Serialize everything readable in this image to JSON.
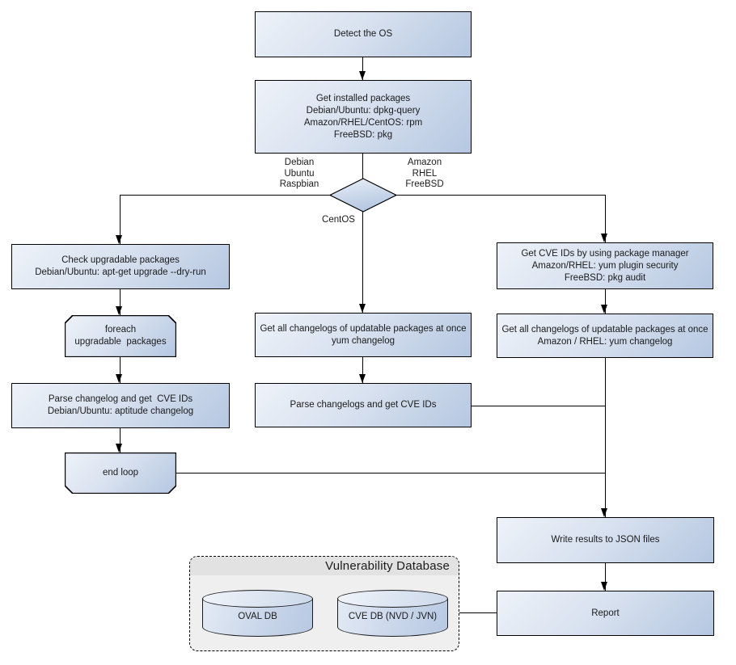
{
  "nodes": {
    "detect_os": {
      "text": [
        "Detect the OS"
      ]
    },
    "get_installed_packages": {
      "text": [
        "Get installed packages",
        "Debian/Ubuntu: dpkg-query",
        "Amazon/RHEL/CentOS: rpm",
        "FreeBSD: pkg"
      ]
    },
    "check_upgradable_packages": {
      "text": [
        "Check upgradable packages",
        "Debian/Ubuntu: apt-get upgrade --dry-run"
      ]
    },
    "foreach_loop_start": {
      "text": [
        "foreach",
        "upgradable  packages"
      ]
    },
    "parse_changelog_deb": {
      "text": [
        "Parse changelog and get  CVE IDs",
        "Debian/Ubuntu: aptitude changelog"
      ]
    },
    "end_loop": {
      "text": [
        "end loop"
      ]
    },
    "get_changelogs_centos": {
      "text": [
        "Get all changelogs of updatable packages at once",
        "yum changelog"
      ]
    },
    "parse_changelogs_centos": {
      "text": [
        "Parse changelogs and get CVE IDs"
      ]
    },
    "get_cve_ids_package_manager": {
      "text": [
        "Get CVE IDs by using package manager",
        "Amazon/RHEL: yum plugin security",
        "FreeBSD: pkg audit"
      ]
    },
    "get_changelogs_amazon_rhel": {
      "text": [
        "Get all changelogs of updatable packages at once",
        "Amazon / RHEL: yum changelog"
      ]
    },
    "write_results_json": {
      "text": [
        "Write results to JSON files"
      ]
    },
    "report": {
      "text": [
        "Report"
      ]
    }
  },
  "decision_labels": {
    "left": [
      "Debian",
      "Ubuntu",
      "Raspbian"
    ],
    "right": [
      "Amazon",
      "RHEL",
      "FreeBSD"
    ],
    "bottom": "CentOS"
  },
  "vulnerability_database": {
    "title": "Vulnerability Database",
    "cylinders": [
      {
        "label": "OVAL DB"
      },
      {
        "label": "CVE DB (NVD / JVN)"
      }
    ]
  },
  "colors": {
    "canvas_bg": "#ffffff",
    "node_fill_light": "#eef2f9",
    "node_fill_dark": "#b5c7e1",
    "node_border": "#000000",
    "connector_line": "#000000",
    "panel_bg": "#efefef",
    "panel_header_bg": "#e2e2e2",
    "cylinder_fill_light": "#f1f5fa",
    "cylinder_fill_dark": "#b7c8e2",
    "text": "#1b1b1b"
  }
}
